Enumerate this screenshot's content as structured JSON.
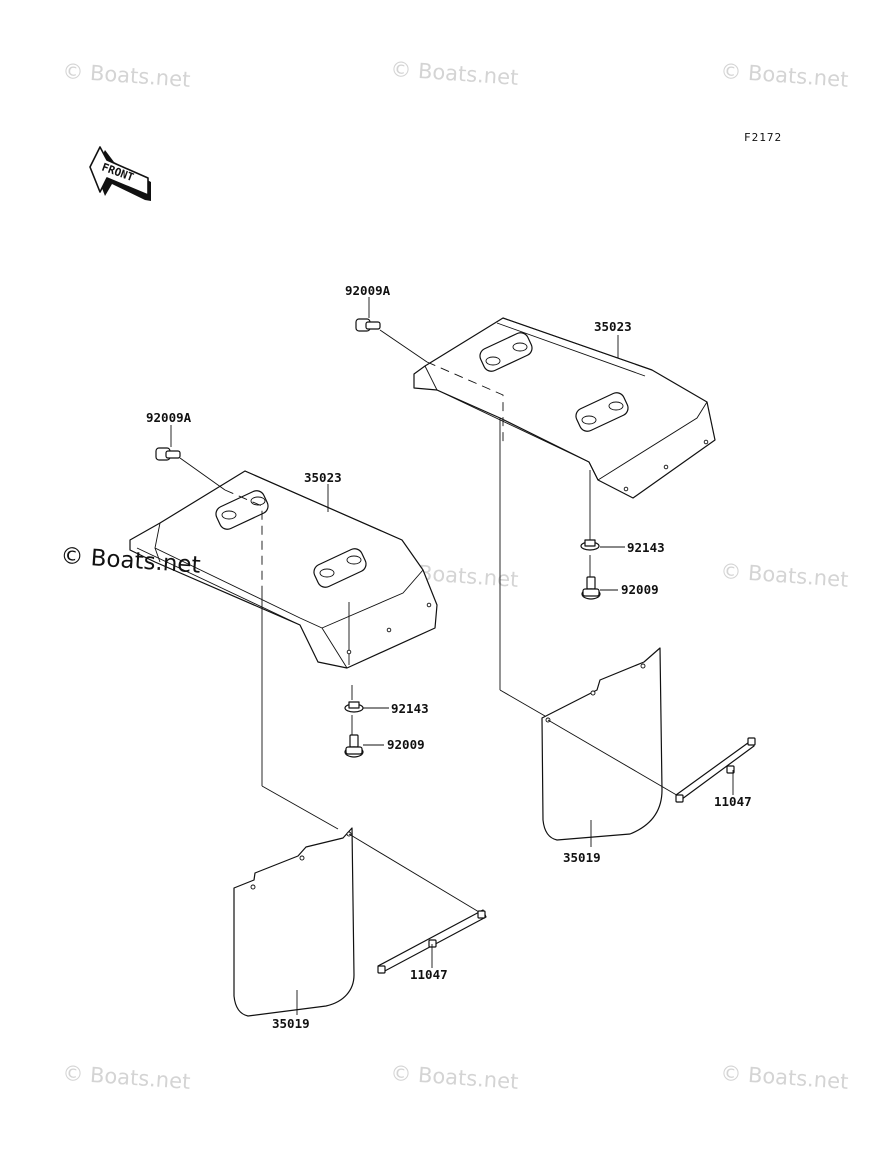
{
  "watermark": {
    "text": "© Boats.net",
    "dark_text": "© Boats.net",
    "light_color": "#d4d4d4",
    "dark_color": "#111111"
  },
  "figure_code": "F2172",
  "front_label": "FRONT",
  "callouts": {
    "rear_bolt_a": "92009A",
    "rear_fender": "35023",
    "rear_washer": "92143",
    "rear_bolt": "92009",
    "rear_mud_flap": "35019",
    "rear_bracket": "11047",
    "front_bolt_a": "92009A",
    "front_fender": "35023",
    "front_washer": "92143",
    "front_bolt": "92009",
    "front_mud_flap": "35019",
    "front_bracket": "11047"
  },
  "colors": {
    "background": "#ffffff",
    "line_art": "#111111"
  }
}
